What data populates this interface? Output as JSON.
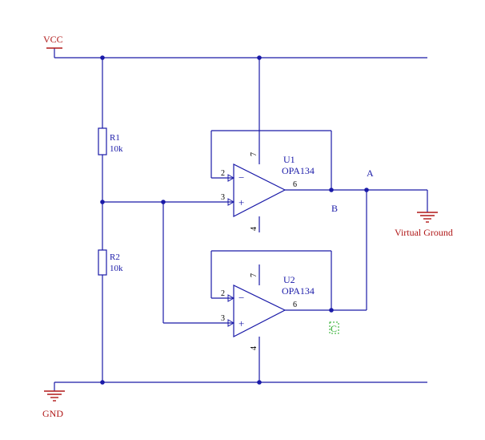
{
  "colors": {
    "wire": "#1a1aa8",
    "symbol": "#1a1aa8",
    "power_label": "#b01818",
    "component_text": "#1a1aa8",
    "pin_text": "#000000",
    "node_c": "#22aa22",
    "background": "#ffffff"
  },
  "power": {
    "vcc_label": "VCC",
    "gnd_label": "GND",
    "virtual_ground_label": "Virtual Ground"
  },
  "resistors": [
    {
      "ref": "R1",
      "value": "10k"
    },
    {
      "ref": "R2",
      "value": "10k"
    }
  ],
  "opamps": [
    {
      "ref": "U1",
      "part": "OPA134",
      "pins": {
        "inv": "2",
        "noninv": "3",
        "out": "6",
        "vplus": "7",
        "vminus": "4"
      },
      "inv_symbol": "−",
      "noninv_symbol": "+"
    },
    {
      "ref": "U2",
      "part": "OPA134",
      "pins": {
        "inv": "2",
        "noninv": "3",
        "out": "6",
        "vplus": "7",
        "vminus": "4"
      },
      "inv_symbol": "−",
      "noninv_symbol": "+"
    }
  ],
  "nodes": {
    "a": "A",
    "b": "B",
    "c": "C"
  },
  "icons": [
    "vcc-symbol-icon",
    "ground-symbol-icon",
    "resistor-icon",
    "opamp-icon"
  ]
}
